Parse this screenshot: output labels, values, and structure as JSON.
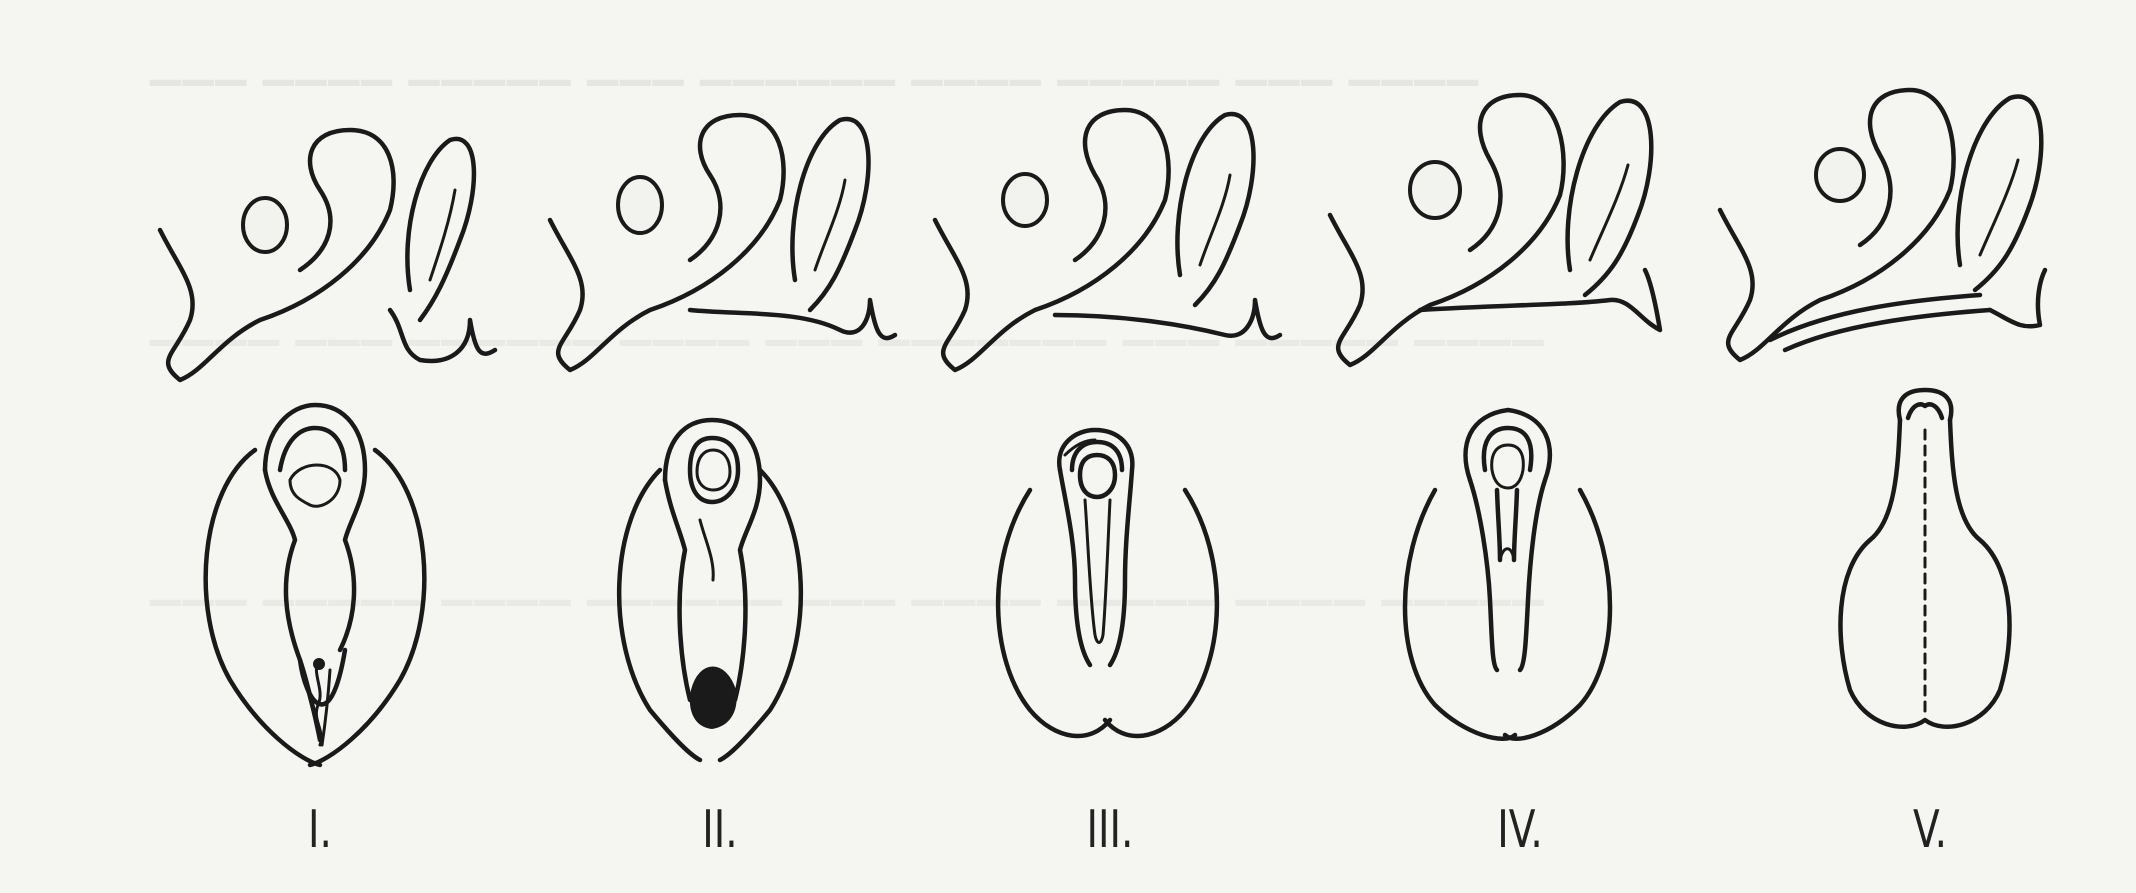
{
  "figure": {
    "stages": [
      {
        "label": "I."
      },
      {
        "label": "II."
      },
      {
        "label": "III."
      },
      {
        "label": "IV."
      },
      {
        "label": "V."
      }
    ]
  },
  "colors": {
    "paper": "#f5f5f2",
    "ink": "#1a1a1a",
    "bleed_through": "#c9c9c4"
  }
}
